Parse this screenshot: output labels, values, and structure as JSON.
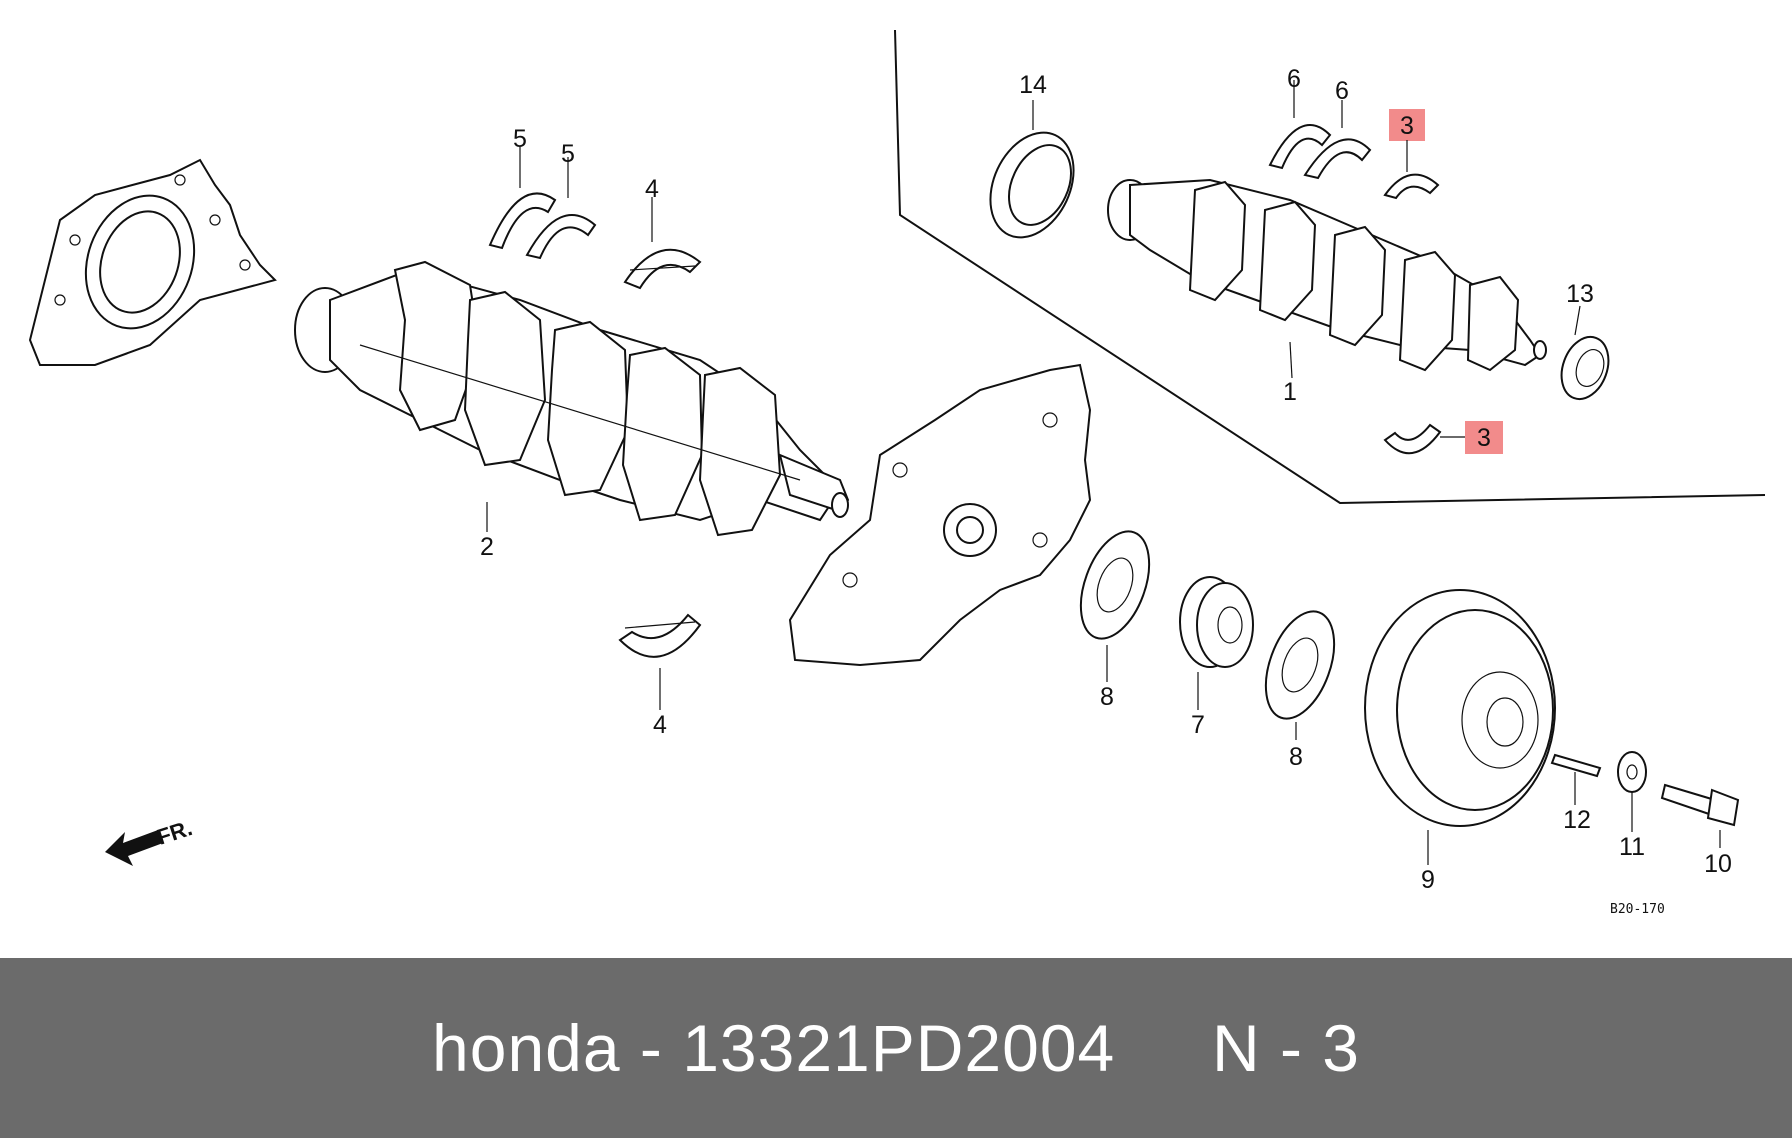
{
  "diagram": {
    "callouts": {
      "c1": "1",
      "c2": "2",
      "c3a": "3",
      "c3b": "3",
      "c4a": "4",
      "c4b": "4",
      "c5a": "5",
      "c5b": "5",
      "c6a": "6",
      "c6b": "6",
      "c7": "7",
      "c8a": "8",
      "c8b": "8",
      "c9": "9",
      "c10": "10",
      "c11": "11",
      "c12": "12",
      "c13": "13",
      "c14": "14"
    },
    "front_label": "FR.",
    "diagram_code": "B20-170",
    "highlight_color": "#f28b8b"
  },
  "caption": {
    "text": "honda - 13321PD2004     N - 3"
  }
}
